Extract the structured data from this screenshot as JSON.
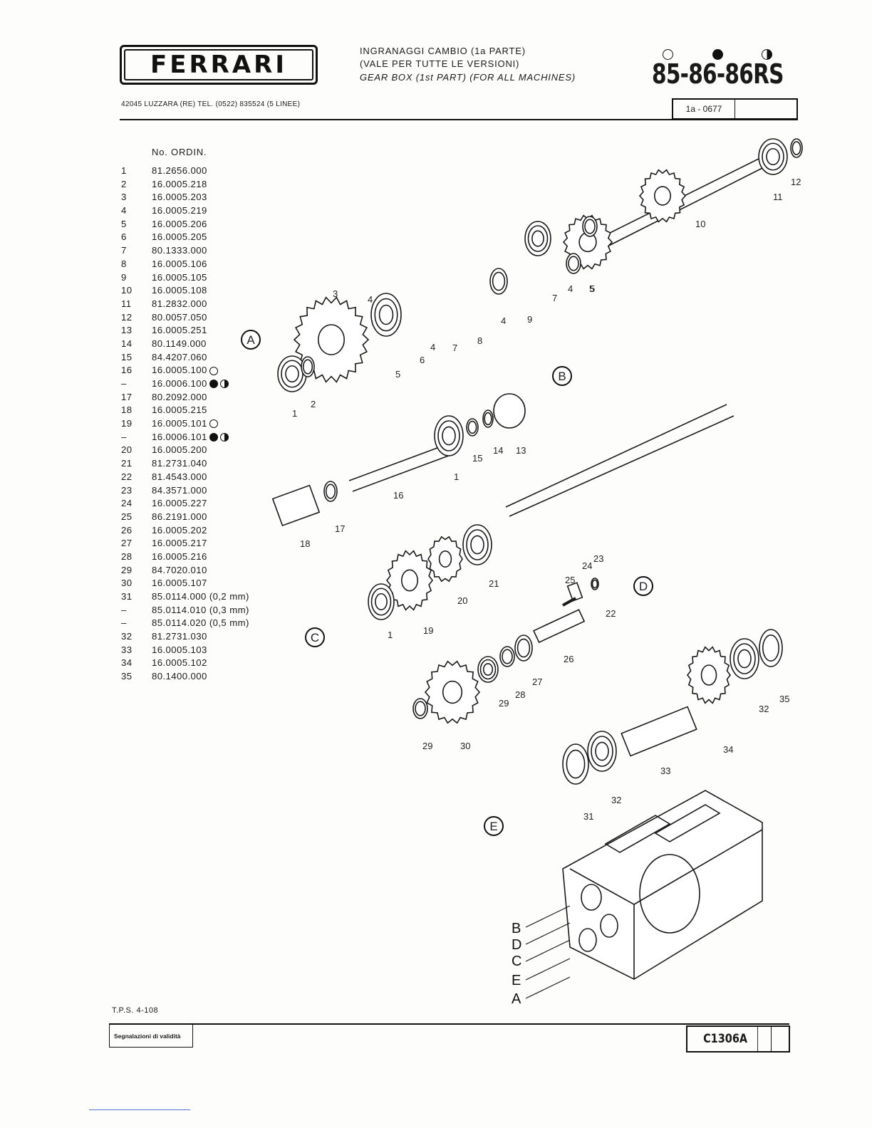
{
  "header": {
    "brand": "FERRARI",
    "address": "42045 LUZZARA (RE)   TEL. (0522) 835524 (5 LINEE)",
    "title_it_1": "INGRANAGGI CAMBIO (1a PARTE)",
    "title_it_2": "(VALE PER TUTTE LE VERSIONI)",
    "title_en": "GEAR BOX (1st PART) (FOR ALL MACHINES)",
    "models": "85-86-86RS",
    "ref_code": "1a - 0677"
  },
  "parts_list": {
    "header": "No. ORDIN.",
    "rows": [
      {
        "num": "1",
        "code": "81.2656.000",
        "symbols": []
      },
      {
        "num": "2",
        "code": "16.0005.218",
        "symbols": []
      },
      {
        "num": "3",
        "code": "16.0005.203",
        "symbols": []
      },
      {
        "num": "4",
        "code": "16.0005.219",
        "symbols": []
      },
      {
        "num": "5",
        "code": "16.0005.206",
        "symbols": []
      },
      {
        "num": "6",
        "code": "16.0005.205",
        "symbols": []
      },
      {
        "num": "7",
        "code": "80.1333.000",
        "symbols": []
      },
      {
        "num": "8",
        "code": "16.0005.106",
        "symbols": []
      },
      {
        "num": "9",
        "code": "16.0005.105",
        "symbols": []
      },
      {
        "num": "10",
        "code": "16.0005.108",
        "symbols": []
      },
      {
        "num": "11",
        "code": "81.2832.000",
        "symbols": []
      },
      {
        "num": "12",
        "code": "80.0057.050",
        "symbols": []
      },
      {
        "num": "13",
        "code": "16.0005.251",
        "symbols": []
      },
      {
        "num": "14",
        "code": "80.1149.000",
        "symbols": []
      },
      {
        "num": "15",
        "code": "84.4207.060",
        "symbols": []
      },
      {
        "num": "16",
        "code": "16.0005.100",
        "symbols": [
          "open"
        ]
      },
      {
        "num": "–",
        "code": "16.0006.100",
        "symbols": [
          "filled",
          "half"
        ]
      },
      {
        "num": "17",
        "code": "80.2092.000",
        "symbols": []
      },
      {
        "num": "18",
        "code": "16.0005.215",
        "symbols": []
      },
      {
        "num": "19",
        "code": "16.0005.101",
        "symbols": [
          "open"
        ]
      },
      {
        "num": "–",
        "code": "16.0006.101",
        "symbols": [
          "filled",
          "half"
        ]
      },
      {
        "num": "20",
        "code": "16.0005.200",
        "symbols": []
      },
      {
        "num": "21",
        "code": "81.2731.040",
        "symbols": []
      },
      {
        "num": "22",
        "code": "81.4543.000",
        "symbols": []
      },
      {
        "num": "23",
        "code": "84.3571.000",
        "symbols": []
      },
      {
        "num": "24",
        "code": "16.0005.227",
        "symbols": []
      },
      {
        "num": "25",
        "code": "86.2191.000",
        "symbols": []
      },
      {
        "num": "26",
        "code": "16.0005.202",
        "symbols": []
      },
      {
        "num": "27",
        "code": "16.0005.217",
        "symbols": []
      },
      {
        "num": "28",
        "code": "16.0005.216",
        "symbols": []
      },
      {
        "num": "29",
        "code": "84.7020.010",
        "symbols": []
      },
      {
        "num": "30",
        "code": "16.0005.107",
        "symbols": []
      },
      {
        "num": "31",
        "code": "85.0114.000 (0,2 mm)",
        "symbols": []
      },
      {
        "num": "–",
        "code": "85.0114.010 (0,3 mm)",
        "symbols": []
      },
      {
        "num": "–",
        "code": "85.0114.020 (0,5 mm)",
        "symbols": []
      },
      {
        "num": "32",
        "code": "81.2731.030",
        "symbols": []
      },
      {
        "num": "33",
        "code": "16.0005.103",
        "symbols": []
      },
      {
        "num": "34",
        "code": "16.0005.102",
        "symbols": []
      },
      {
        "num": "35",
        "code": "80.1400.000",
        "symbols": []
      }
    ]
  },
  "diagram": {
    "callouts": [
      "1",
      "2",
      "3",
      "4",
      "5",
      "5",
      "6",
      "4",
      "7",
      "8",
      "4",
      "9",
      "7",
      "4",
      "5",
      "10",
      "11",
      "12",
      "13",
      "14",
      "15",
      "1",
      "16",
      "17",
      "18",
      "1",
      "19",
      "20",
      "21",
      "25",
      "24",
      "23",
      "22",
      "26",
      "27",
      "28",
      "29",
      "29",
      "30",
      "31",
      "32",
      "33",
      "34",
      "32",
      "35"
    ],
    "views": [
      "A",
      "B",
      "C",
      "D",
      "E"
    ],
    "housing_labels": [
      "B",
      "D",
      "C",
      "E",
      "A"
    ]
  },
  "footer": {
    "tps": "T.P.S. 4-108",
    "validity": "Segnalazioni di validità",
    "drawing_code": "C1306A"
  }
}
